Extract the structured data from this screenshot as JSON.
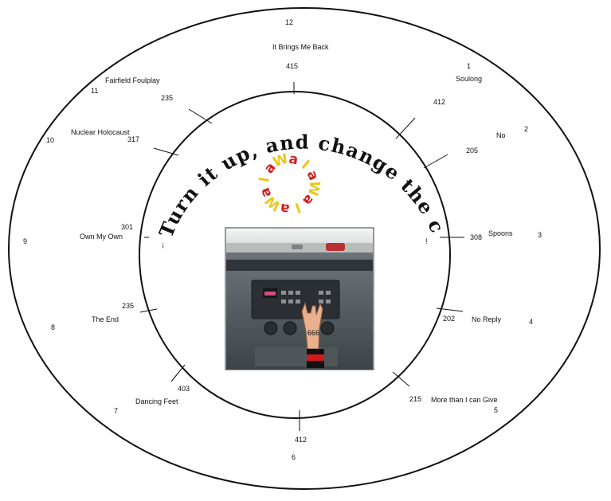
{
  "title_arc": "Turn it up, and change the channel",
  "exclaim_left": "¡",
  "exclaim_right": "!",
  "wa_word": "Wala",
  "wa_letters": [
    "W",
    "a",
    "l",
    "a",
    "W",
    "a",
    "l",
    "a",
    "W",
    "a",
    "l",
    "a"
  ],
  "wa_colors": [
    "#e8c81a",
    "#d11f1f",
    "#e8c81a",
    "#d11f1f",
    "#e8c81a",
    "#d11f1f",
    "#e8c81a",
    "#d11f1f",
    "#e8c81a",
    "#d11f1f",
    "#e8c81a",
    "#d11f1f"
  ],
  "tracks": [
    {
      "position": "12",
      "title": "It Brings Me Back",
      "time": "415"
    },
    {
      "position": "1",
      "title": "Soulong",
      "time": "412"
    },
    {
      "position": "2",
      "title": "No",
      "time": "205"
    },
    {
      "position": "3",
      "title": "Spoons",
      "time": "308"
    },
    {
      "position": "4",
      "title": "No Reply",
      "time": "202"
    },
    {
      "position": "5",
      "title": "More than I can Give",
      "time": "215"
    },
    {
      "position": "6",
      "title": "",
      "time": "412"
    },
    {
      "position": "7",
      "title": "Dancing Feet",
      "time": "403"
    },
    {
      "position": "8",
      "title": "The End",
      "time": "235"
    },
    {
      "position": "9",
      "title": "Own My Own",
      "time": "301"
    },
    {
      "position": "10",
      "title": "Nuclear Holocaust",
      "time": "317"
    },
    {
      "position": "11",
      "title": "Fairfield Foulplay",
      "time": "235"
    }
  ],
  "photo": {
    "description_icon": "car-dashboard-photo",
    "hand_icon": "rock-hand-icon",
    "hand_text": "666"
  }
}
